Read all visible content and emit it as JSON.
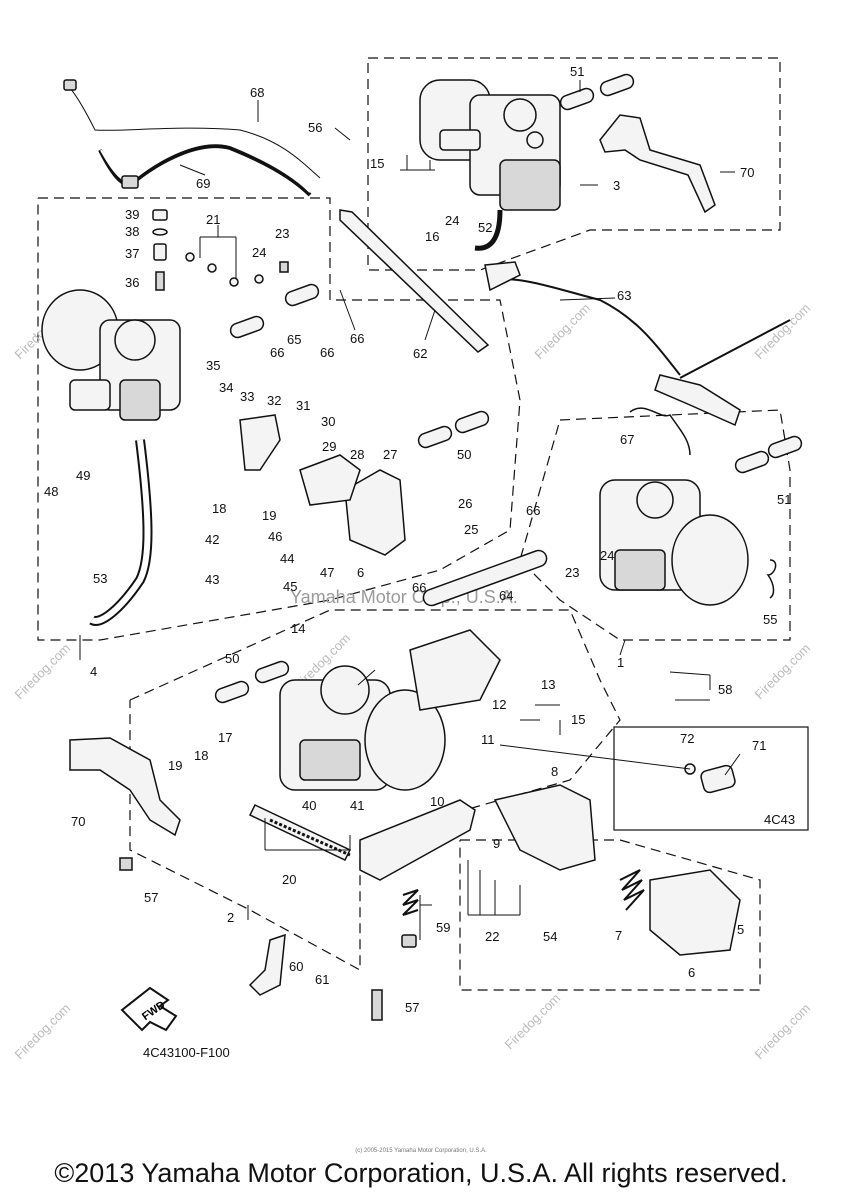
{
  "diagram_code": "4C43100-F100",
  "inset_code": "4C43",
  "fwd_label": "FWD",
  "watermark_center": "Yamaha Motor Corp., U.S.A.",
  "watermark_brand": "Firedog.com",
  "footer_small": "(c) 2005-2015 Yamaha Motor Corporation, U.S.A.",
  "copyright": "©2013 Yamaha Motor Corporation, U.S.A. All rights reserved.",
  "callouts": [
    "1",
    "2",
    "3",
    "4",
    "5",
    "6",
    "6",
    "6",
    "7",
    "8",
    "9",
    "10",
    "11",
    "12",
    "13",
    "14",
    "15",
    "15",
    "16",
    "17",
    "18",
    "18",
    "19",
    "19",
    "20",
    "21",
    "22",
    "23",
    "23",
    "24",
    "24",
    "24",
    "25",
    "26",
    "27",
    "28",
    "29",
    "30",
    "31",
    "32",
    "33",
    "34",
    "35",
    "36",
    "37",
    "38",
    "39",
    "40",
    "41",
    "42",
    "43",
    "44",
    "45",
    "46",
    "47",
    "48",
    "49",
    "50",
    "50",
    "51",
    "51",
    "52",
    "53",
    "54",
    "55",
    "56",
    "57",
    "57",
    "58",
    "59",
    "60",
    "61",
    "62",
    "63",
    "64",
    "65",
    "66",
    "66",
    "66",
    "66",
    "66",
    "67",
    "68",
    "69",
    "70",
    "70",
    "71",
    "72"
  ]
}
